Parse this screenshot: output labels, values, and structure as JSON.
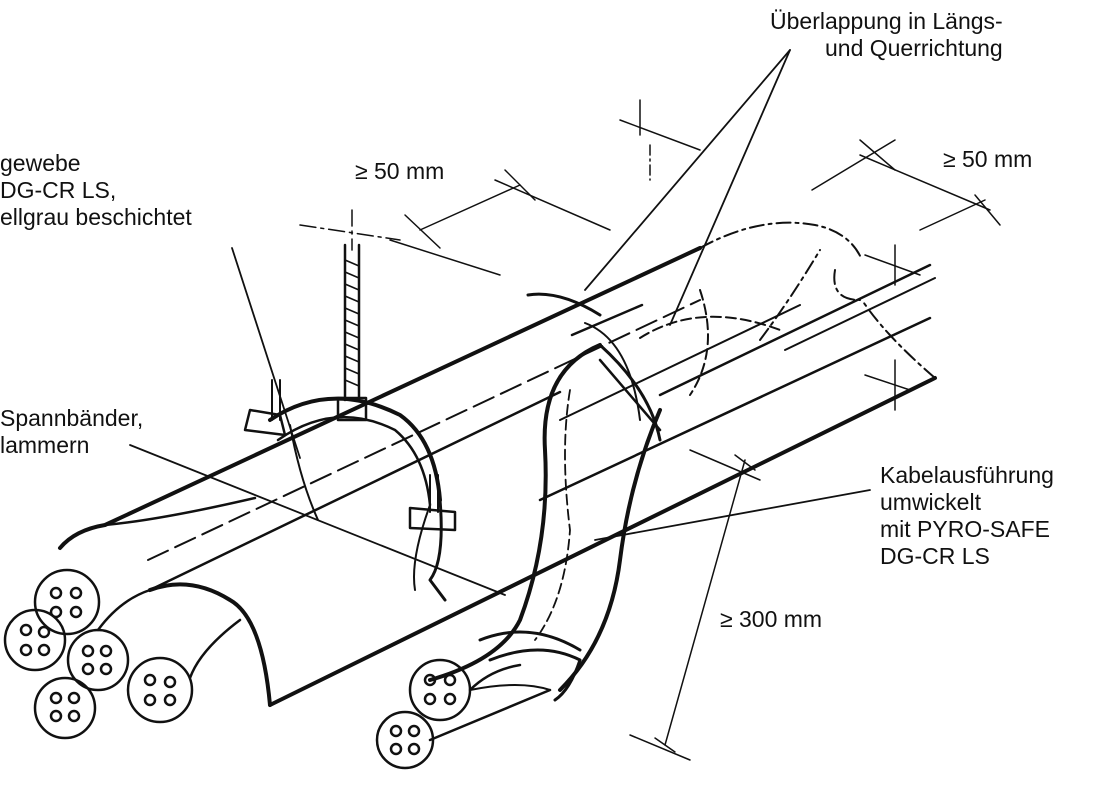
{
  "labels": {
    "overlap": {
      "line1": "Überlappung in Längs-",
      "line2": "und Querrichtung"
    },
    "fabric": {
      "line1": "gewebe",
      "line2": " DG-CR LS,",
      "line3": "ellgrau beschichtet"
    },
    "straps": {
      "line1": "Spannbänder,",
      "line2": "lammern"
    },
    "cable_exit": {
      "line1": "Kabelausführung",
      "line2": "umwickelt",
      "line3": "mit PYRO-SAFE",
      "line4": "DG-CR LS"
    }
  },
  "dimensions": {
    "dim_a": "≥ 50 mm",
    "dim_b": "≥ 50 mm",
    "dim_c": "≥ 300 mm"
  },
  "colors": {
    "ink": "#111111",
    "paper": "#ffffff"
  }
}
